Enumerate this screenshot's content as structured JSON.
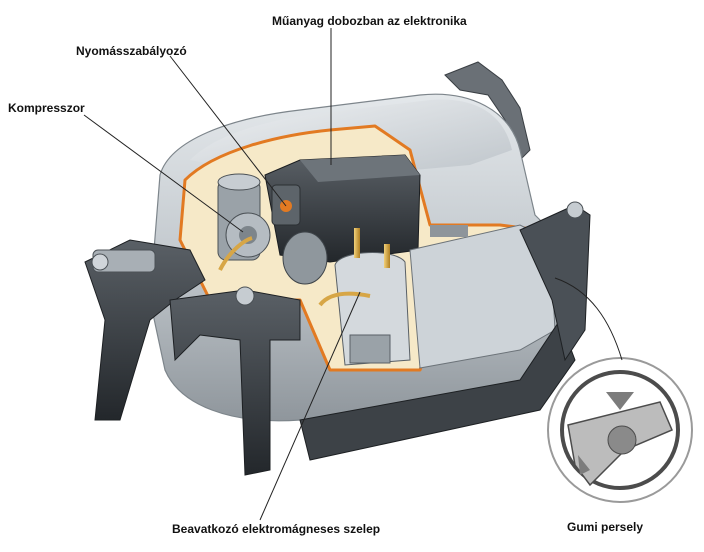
{
  "labels": {
    "electronics_box": "Műanyag dobozban az elektronika",
    "pressure_regulator": "Nyomásszabályozó",
    "compressor": "Kompresszor",
    "solenoid_valve": "Beavatkozó elektromágneses szelep",
    "rubber_bushing": "Gumi persely"
  },
  "colors": {
    "housing": "#c9ced3",
    "housing_dark": "#8e959b",
    "bracket": "#3d4247",
    "cutaway_edge": "#e27a22",
    "cutaway_fill": "#f6e9c8",
    "brass": "#d7a646"
  }
}
